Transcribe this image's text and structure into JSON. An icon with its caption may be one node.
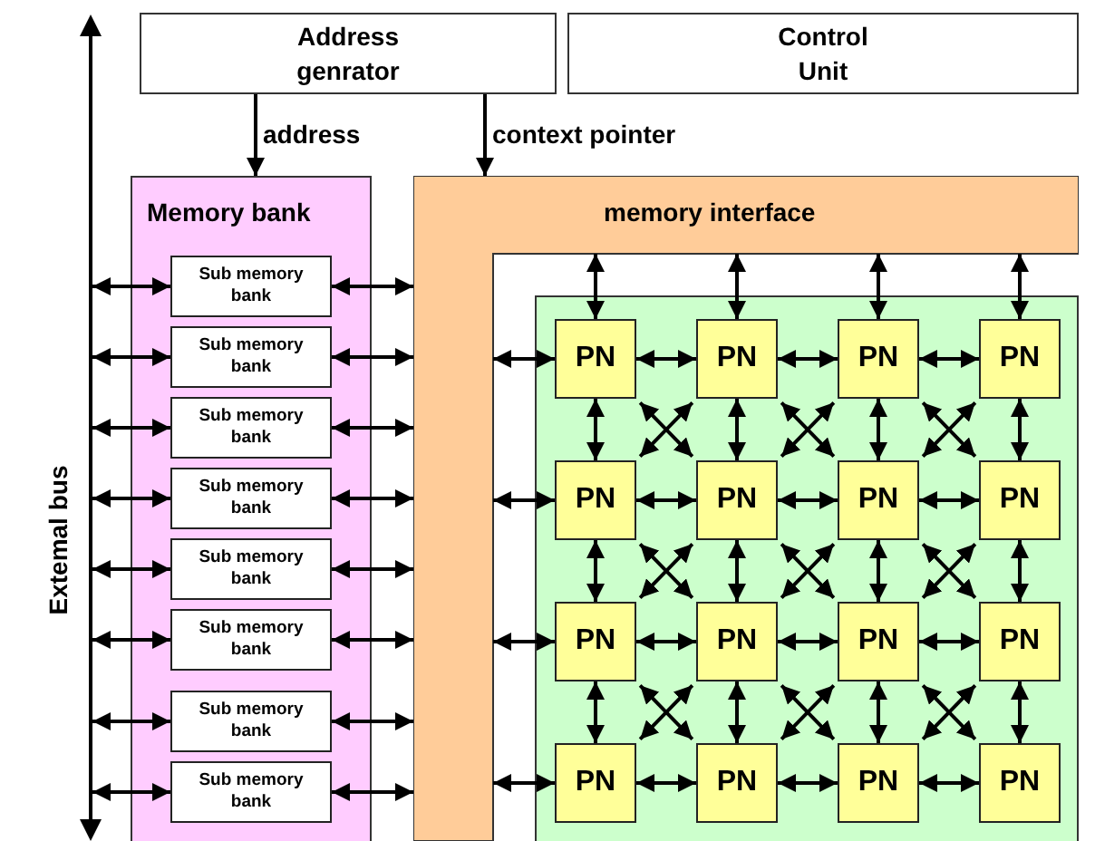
{
  "diagram": {
    "nodes": [
      {
        "text": [
          "Address genrator"
        ]
      },
      {
        "text": [
          "Control Unit"
        ]
      },
      {
        "text": [
          "Extemal bus"
        ]
      },
      {
        "text": [
          "Memory bank"
        ]
      },
      {
        "text": [
          "Sub memory bank"
        ],
        "in": 3
      },
      {
        "text": [
          "Sub memory bank"
        ],
        "in": 3
      },
      {
        "text": [
          "Sub memory bank"
        ],
        "in": 3
      },
      {
        "text": [
          "Sub memory bank"
        ],
        "in": 3
      },
      {
        "text": [
          "Sub memory bank"
        ],
        "in": 3
      },
      {
        "text": [
          "Sub memory bank"
        ],
        "in": 3
      },
      {
        "text": [
          "Sub memory bank"
        ],
        "in": 3
      },
      {
        "text": [
          "Sub memory bank"
        ],
        "in": 3
      },
      {
        "text": [
          "memory interface"
        ]
      },
      {
        "text": [],
        "shape": "box"
      },
      {
        "text": [
          "PN"
        ],
        "in": 13
      },
      {
        "text": [
          "PN"
        ],
        "in": 13
      },
      {
        "text": [
          "PN"
        ],
        "in": 13
      },
      {
        "text": [
          "PN"
        ],
        "in": 13
      },
      {
        "text": [
          "PN"
        ],
        "in": 13
      },
      {
        "text": [
          "PN"
        ],
        "in": 13
      },
      {
        "text": [
          "PN"
        ],
        "in": 13
      },
      {
        "text": [
          "PN"
        ],
        "in": 13
      },
      {
        "text": [
          "PN"
        ],
        "in": 13
      },
      {
        "text": [
          "PN"
        ],
        "in": 13
      },
      {
        "text": [
          "PN"
        ],
        "in": 13
      },
      {
        "text": [
          "PN"
        ],
        "in": 13
      },
      {
        "text": [
          "PN"
        ],
        "in": 13
      },
      {
        "text": [
          "PN"
        ],
        "in": 13
      },
      {
        "text": [
          "PN"
        ],
        "in": 13
      },
      {
        "text": [
          "PN"
        ],
        "in": 13
      }
    ],
    "edges": [
      {
        "from": 0,
        "to": 3,
        "arrow": "to",
        "label": "address"
      },
      {
        "from": 0,
        "to": 12,
        "arrow": "to",
        "label": "context pointer"
      },
      {
        "from": 2,
        "to": 4,
        "arrow": "both"
      },
      {
        "from": 2,
        "to": 5,
        "arrow": "both"
      },
      {
        "from": 2,
        "to": 6,
        "arrow": "both"
      },
      {
        "from": 2,
        "to": 7,
        "arrow": "both"
      },
      {
        "from": 2,
        "to": 8,
        "arrow": "both"
      },
      {
        "from": 2,
        "to": 9,
        "arrow": "both"
      },
      {
        "from": 2,
        "to": 10,
        "arrow": "both"
      },
      {
        "from": 2,
        "to": 11,
        "arrow": "both"
      },
      {
        "from": 4,
        "to": 12,
        "arrow": "both"
      },
      {
        "from": 5,
        "to": 12,
        "arrow": "both"
      },
      {
        "from": 6,
        "to": 12,
        "arrow": "both"
      },
      {
        "from": 7,
        "to": 12,
        "arrow": "both"
      },
      {
        "from": 8,
        "to": 12,
        "arrow": "both"
      },
      {
        "from": 9,
        "to": 12,
        "arrow": "both"
      },
      {
        "from": 10,
        "to": 12,
        "arrow": "both"
      },
      {
        "from": 11,
        "to": 12,
        "arrow": "both"
      },
      {
        "from": 12,
        "to": 14,
        "arrow": "both"
      },
      {
        "from": 12,
        "to": 15,
        "arrow": "both"
      },
      {
        "from": 12,
        "to": 16,
        "arrow": "both"
      },
      {
        "from": 12,
        "to": 17,
        "arrow": "both"
      },
      {
        "from": 12,
        "to": 14,
        "arrow": "both"
      },
      {
        "from": 12,
        "to": 18,
        "arrow": "both"
      },
      {
        "from": 12,
        "to": 22,
        "arrow": "both"
      },
      {
        "from": 12,
        "to": 26,
        "arrow": "both"
      },
      {
        "from": 14,
        "to": 15,
        "arrow": "both"
      },
      {
        "from": 15,
        "to": 16,
        "arrow": "both"
      },
      {
        "from": 16,
        "to": 17,
        "arrow": "both"
      },
      {
        "from": 18,
        "to": 19,
        "arrow": "both"
      },
      {
        "from": 19,
        "to": 20,
        "arrow": "both"
      },
      {
        "from": 20,
        "to": 21,
        "arrow": "both"
      },
      {
        "from": 22,
        "to": 23,
        "arrow": "both"
      },
      {
        "from": 23,
        "to": 24,
        "arrow": "both"
      },
      {
        "from": 24,
        "to": 25,
        "arrow": "both"
      },
      {
        "from": 26,
        "to": 27,
        "arrow": "both"
      },
      {
        "from": 27,
        "to": 28,
        "arrow": "both"
      },
      {
        "from": 28,
        "to": 29,
        "arrow": "both"
      },
      {
        "from": 14,
        "to": 18,
        "arrow": "both"
      },
      {
        "from": 15,
        "to": 19,
        "arrow": "both"
      },
      {
        "from": 16,
        "to": 20,
        "arrow": "both"
      },
      {
        "from": 17,
        "to": 21,
        "arrow": "both"
      },
      {
        "from": 18,
        "to": 22,
        "arrow": "both"
      },
      {
        "from": 19,
        "to": 23,
        "arrow": "both"
      },
      {
        "from": 20,
        "to": 24,
        "arrow": "both"
      },
      {
        "from": 21,
        "to": 25,
        "arrow": "both"
      },
      {
        "from": 22,
        "to": 26,
        "arrow": "both"
      },
      {
        "from": 23,
        "to": 27,
        "arrow": "both"
      },
      {
        "from": 24,
        "to": 28,
        "arrow": "both"
      },
      {
        "from": 25,
        "to": 29,
        "arrow": "both"
      },
      {
        "from": 14,
        "to": 19,
        "arrow": "both"
      },
      {
        "from": 15,
        "to": 18,
        "arrow": "both"
      },
      {
        "from": 15,
        "to": 20,
        "arrow": "both"
      },
      {
        "from": 16,
        "to": 19,
        "arrow": "both"
      },
      {
        "from": 16,
        "to": 21,
        "arrow": "both"
      },
      {
        "from": 17,
        "to": 20,
        "arrow": "both"
      },
      {
        "from": 18,
        "to": 23,
        "arrow": "both"
      },
      {
        "from": 19,
        "to": 22,
        "arrow": "both"
      },
      {
        "from": 19,
        "to": 24,
        "arrow": "both"
      },
      {
        "from": 20,
        "to": 23,
        "arrow": "both"
      },
      {
        "from": 20,
        "to": 25,
        "arrow": "both"
      },
      {
        "from": 21,
        "to": 24,
        "arrow": "both"
      },
      {
        "from": 22,
        "to": 27,
        "arrow": "both"
      },
      {
        "from": 23,
        "to": 26,
        "arrow": "both"
      },
      {
        "from": 23,
        "to": 28,
        "arrow": "both"
      },
      {
        "from": 24,
        "to": 27,
        "arrow": "both"
      },
      {
        "from": 24,
        "to": 29,
        "arrow": "both"
      },
      {
        "from": 25,
        "to": 28,
        "arrow": "both"
      }
    ]
  }
}
